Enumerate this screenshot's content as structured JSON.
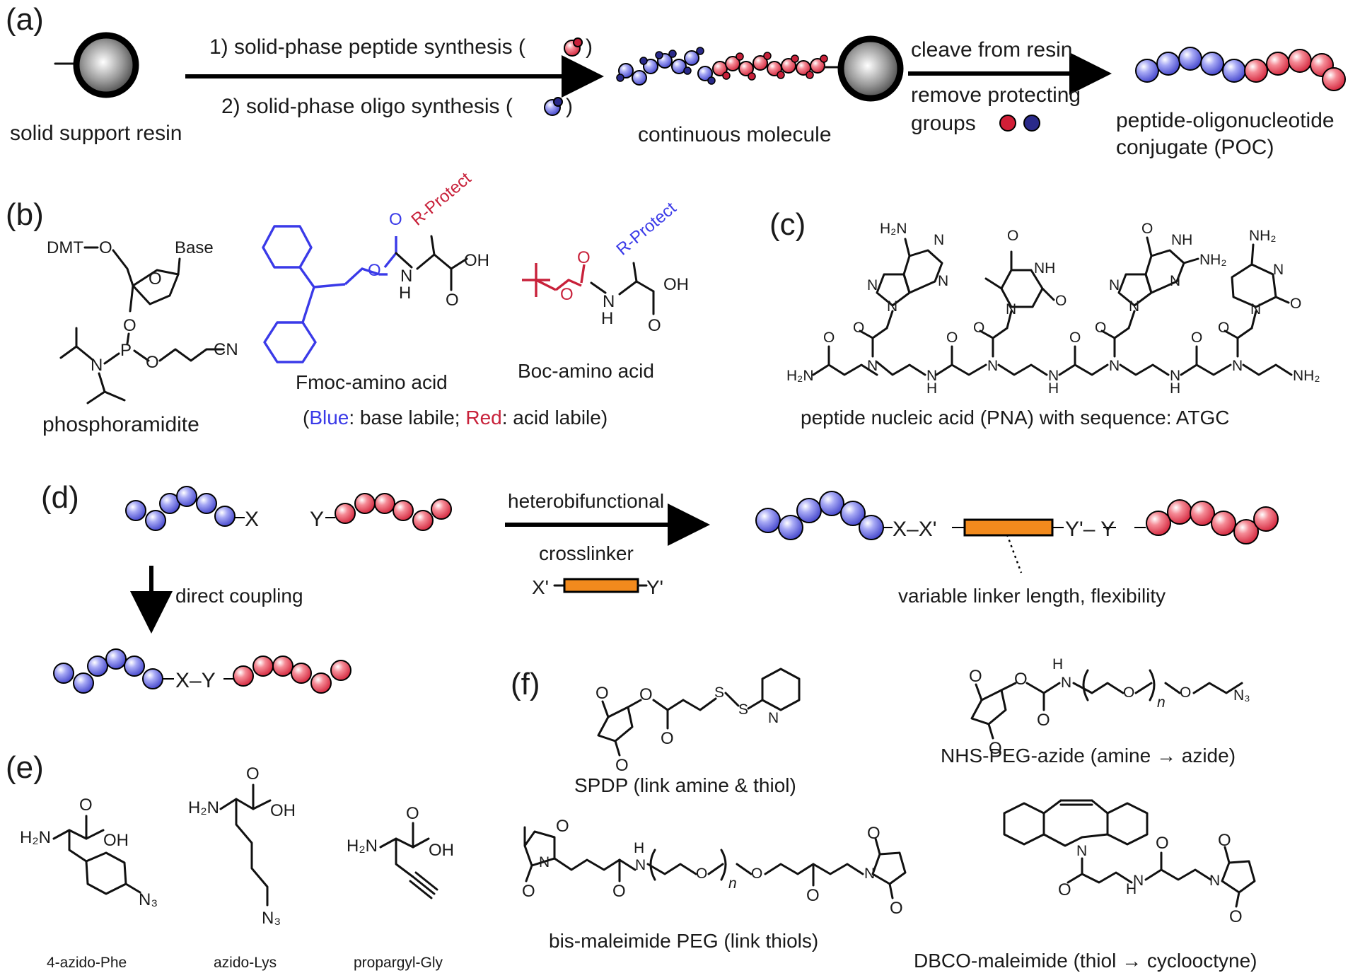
{
  "panels": {
    "a": "(a)",
    "b": "(b)",
    "c": "(c)",
    "d": "(d)",
    "e": "(e)",
    "f": "(f)"
  },
  "panel_a": {
    "resin_label": "solid support resin",
    "step1": "1) solid-phase peptide synthesis (",
    "step2": "2) solid-phase oligo synthesis (",
    "close_paren": ")",
    "continuous_label": "continuous molecule",
    "cleave": "cleave from resin",
    "remove_line1": "remove protecting",
    "remove_line2": "groups",
    "poc_line1": "peptide-oligonucleotide",
    "poc_line2": "conjugate (POC)"
  },
  "panel_b": {
    "dmt": "DMT",
    "o": "O",
    "base": "Base",
    "p": "P",
    "n": "N",
    "cn": "CN",
    "phosphoramidite": "phosphoramidite",
    "r_protect": "R-Protect",
    "oh": "OH",
    "nh_n": "N",
    "nh_h": "H",
    "fmoc_label": "Fmoc-amino acid",
    "boc_label": "Boc-amino acid",
    "legend_open": "(",
    "legend_blue": "Blue",
    "legend_mid": ": base labile; ",
    "legend_red": "Red",
    "legend_end": ": acid labile)"
  },
  "panel_c": {
    "h2n_left": "H₂N",
    "nh2_adenine": "H₂N",
    "nh": "NH",
    "nh2": "NH₂",
    "n": "N",
    "o": "O",
    "h": "H",
    "label": "peptide nucleic acid (PNA) with sequence: ATGC"
  },
  "panel_d": {
    "x": "X",
    "y": "Y",
    "heterobifunctional": "heterobifunctional",
    "crosslinker": "crosslinker",
    "xp": "X'",
    "yp": "Y'",
    "chain": "X–X'",
    "chain_end": "Y'– Y",
    "variable": "variable linker length, flexibility",
    "direct": "direct coupling",
    "xy": "X–Y"
  },
  "panel_e": {
    "h2n": "H₂N",
    "oh": "OH",
    "o": "O",
    "n3": "N₃",
    "azido_phe": "4-azido-Phe",
    "azido_lys": "azido-Lys",
    "propargyl": "propargyl-Gly"
  },
  "panel_f": {
    "spdp": "SPDP (link amine & thiol)",
    "nhs_peg": "NHS-PEG-azide (amine → azide)",
    "bis_mal": "bis-maleimide PEG (link thiols)",
    "dbco": "DBCO-maleimide (thiol → cyclooctyne)",
    "n_sub": "n",
    "s": "S",
    "n3": "N₃"
  },
  "colors": {
    "blue_bead": "#6a6ee8",
    "red_bead": "#ee4b5e",
    "linker": "#f28a1d",
    "blue_text": "#3a3ae8",
    "red_text": "#c8213a"
  }
}
